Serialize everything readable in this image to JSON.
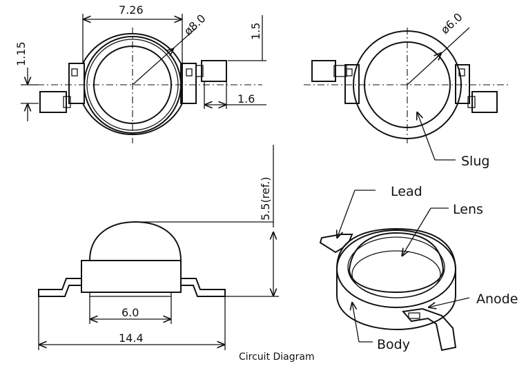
{
  "dimensions": {
    "width_top": "7.26",
    "diameter_outer": "ø8.0",
    "height_1_15": "1.15",
    "height_1_5": "1.5",
    "lead_1_6": "1.6",
    "diameter_slug": "ø6.0",
    "height_ref": "5.5(ref.)",
    "lens_6_0": "6.0",
    "length_14_4": "14.4"
  },
  "callouts": {
    "slug": "Slug",
    "lead": "Lead",
    "lens": "Lens",
    "anode": "Anode",
    "body": "Body"
  },
  "caption": "Circuit Diagram"
}
